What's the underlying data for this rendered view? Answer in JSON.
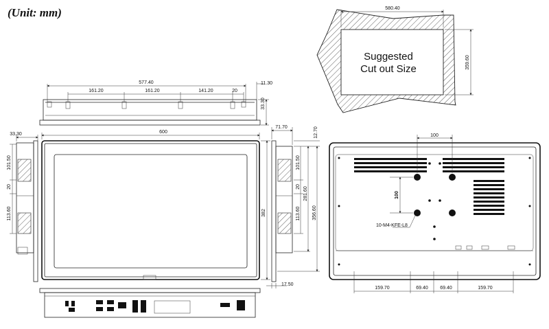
{
  "title": "(Unit: mm)",
  "cutout": {
    "label_line1": "Suggested",
    "label_line2": "Cut out Size",
    "width": "580.40",
    "height": "359.60"
  },
  "top_view": {
    "overall": "577.40",
    "seg1": "161.20",
    "seg2": "161.20",
    "seg3": "141.20",
    "seg4": "20",
    "right_offset": "11.30",
    "height": "33.30"
  },
  "front_view": {
    "width": "600",
    "height": "382"
  },
  "left_view": {
    "depth": "33.30",
    "upper": "101.50",
    "gap": "20",
    "lower": "113.60"
  },
  "right_view": {
    "depth": "71.70",
    "top_offset": "12.70",
    "upper": "101.50",
    "gap": "20",
    "lower": "113.60",
    "span": "281.60",
    "overall": "356.60",
    "bottom": "17.50"
  },
  "rear_view": {
    "vesa_h": "100",
    "vesa_v": "100",
    "screw_callout": "10-M4-KFE-L8",
    "b1": "159.70",
    "b2": "69.40",
    "b3": "69.40",
    "b4": "159.70"
  }
}
